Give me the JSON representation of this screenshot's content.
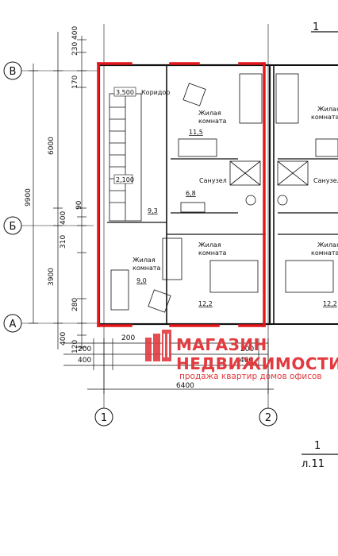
{
  "axes": {
    "top": [
      "В",
      "Б",
      "А"
    ],
    "bottom": [
      "1",
      "2"
    ]
  },
  "corner_mark": "1",
  "sheet": {
    "top": "1",
    "bottom": "л.11"
  },
  "dimensions": {
    "left_top": [
      "230",
      "400",
      "170",
      "6000",
      "400",
      "90",
      "310",
      "3900",
      "280",
      "400",
      "120"
    ],
    "overall_height": "9900",
    "bottom": [
      "200",
      "200",
      "400",
      "200",
      "400"
    ],
    "overall_width": "6400"
  },
  "rooms": {
    "corridor": {
      "name": "Коридор",
      "area": "3,500"
    },
    "bedroom_top": {
      "name_1": "Жилая",
      "name_2": "комната",
      "area": "11,5"
    },
    "bathroom": {
      "name": "Санузел",
      "area": "6,8"
    },
    "stair_area": {
      "area": "9,3",
      "level": "2,100"
    },
    "bedroom_left": {
      "name_1": "Жилая",
      "name_2": "комната",
      "area": "9,0"
    },
    "bedroom_main": {
      "name_1": "Жилая",
      "name_2": "комната",
      "area": "12,2"
    },
    "right_bedroom_top": {
      "name_1": "Жилая",
      "name_2": "комната"
    },
    "right_bathroom": {
      "name": "Санузел"
    },
    "right_bedroom_bottom": {
      "name_1": "Жилая",
      "name_2": "комната",
      "area": "12,2"
    }
  },
  "watermark": {
    "line1": "МАГАЗИН",
    "line2": "НЕДВИЖИМОСТИ",
    "line3": "продажа квартир домов офисов"
  },
  "colors": {
    "highlight": "#e3161c",
    "watermark": "#e23a3f",
    "line": "#111111"
  }
}
